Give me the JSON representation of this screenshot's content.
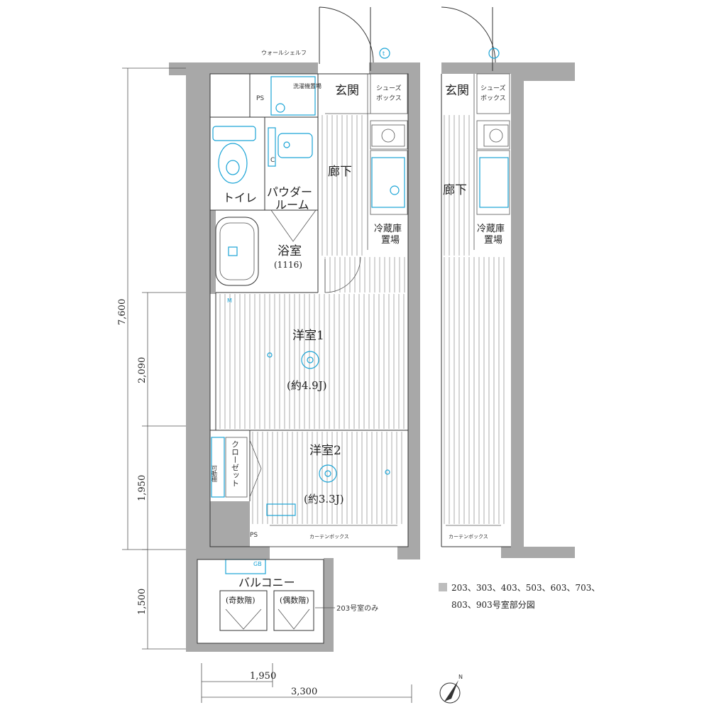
{
  "rooms": {
    "entrance": "玄関",
    "shoe_box": "シューズ\nボックス",
    "ps": "PS",
    "laundry": "洗濯機置場",
    "wall_shelf": "ウォールシェルフ",
    "toilet": "トイレ",
    "powder_room": "パウダー\nルーム",
    "hallway": "廊下",
    "fridge": "冷蔵庫\n置場",
    "bathroom": "浴室",
    "bathroom_size": "(1116)",
    "room1": "洋室1",
    "room1_size": "(約4.9J)",
    "room2": "洋室2",
    "room2_size": "(約3.3J)",
    "closet": "クローゼット",
    "closet_door": "可動棚",
    "balcony": "バルコニー",
    "odd_floor": "(奇数階)",
    "even_floor": "(偶数階)",
    "only_203": "203号室のみ",
    "curtain_box": "カーテンボックス",
    "ps_bottom": "PS",
    "c_mark": "C",
    "m_mark": "M",
    "tv_mark": "t",
    "gb_mark": "GB"
  },
  "dimensions": {
    "total_height": "7,600",
    "room1_depth": "2,090",
    "room2_depth": "1,950",
    "balcony_depth": "1,500",
    "width_inner": "1,950",
    "width_total": "3,300"
  },
  "variant": {
    "entrance": "玄関",
    "shoe_box": "シューズ\nボックス",
    "hallway": "廊下",
    "fridge": "冷蔵庫\n置場",
    "curtain_box": "カーテンボックス"
  },
  "note": {
    "line1": "203、303、403、503、603、703、",
    "line2": "803、903号室部分図"
  },
  "compass": "N"
}
